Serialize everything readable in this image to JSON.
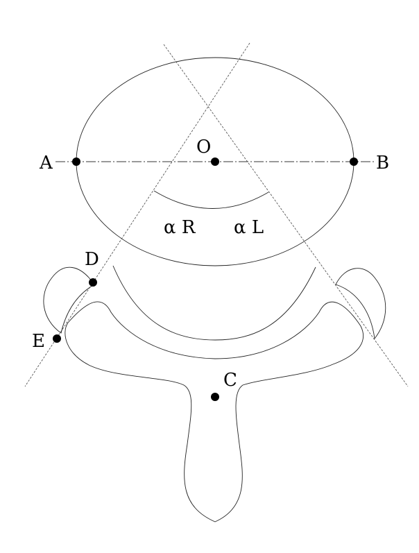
{
  "figure": {
    "points": {
      "A": "A",
      "B": "B",
      "O": "O",
      "C": "C",
      "D": "D",
      "E": "E"
    },
    "angles": {
      "right": "α R",
      "left": "α L"
    }
  }
}
